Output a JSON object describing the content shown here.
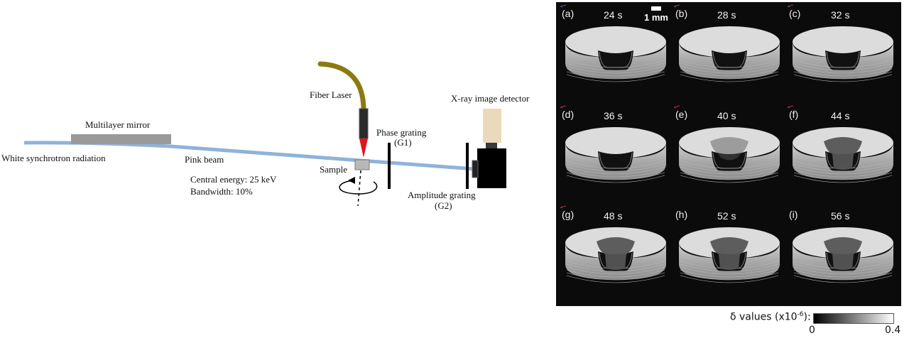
{
  "setup": {
    "source_label": "White synchrotron radiation",
    "mirror_label": "Multilayer mirror",
    "beam_label": "Pink beam",
    "energy_label": "Central energy: 25 keV",
    "bandwidth_label": "Bandwidth: 10%",
    "laser_label": "Fiber Laser",
    "sample_label": "Sample",
    "g1_label": "Phase grating",
    "g1_abbr": "(G1)",
    "g2_label": "Amplitude grating",
    "g2_abbr": "(G2)",
    "detector_label": "X-ray image detector",
    "colors": {
      "beam": "#8fb2d9",
      "fiber": "#8a7a10",
      "laser_tip": "#e0141d",
      "detector_body": "#000000",
      "detector_top": "#ead9bb"
    }
  },
  "panels": {
    "scale_bar_label": "1 mm",
    "items": [
      {
        "letter": "(a)",
        "time": "24 s",
        "melt": 0
      },
      {
        "letter": "(b)",
        "time": "28 s",
        "melt": 0
      },
      {
        "letter": "(c)",
        "time": "32 s",
        "melt": 0
      },
      {
        "letter": "(d)",
        "time": "36 s",
        "melt": 0
      },
      {
        "letter": "(e)",
        "time": "40 s",
        "melt": 0.2
      },
      {
        "letter": "(f)",
        "time": "44 s",
        "melt": 1
      },
      {
        "letter": "(g)",
        "time": "48 s",
        "melt": 1
      },
      {
        "letter": "(h)",
        "time": "52 s",
        "melt": 1
      },
      {
        "letter": "(i)",
        "time": "56 s",
        "melt": 1
      }
    ]
  },
  "colorbar": {
    "label_prefix": "δ values (x10",
    "label_exp": "-6",
    "label_suffix": "):",
    "min": "0",
    "max": "0.4",
    "colors": {
      "low": "#000000",
      "high": "#ffffff"
    }
  }
}
